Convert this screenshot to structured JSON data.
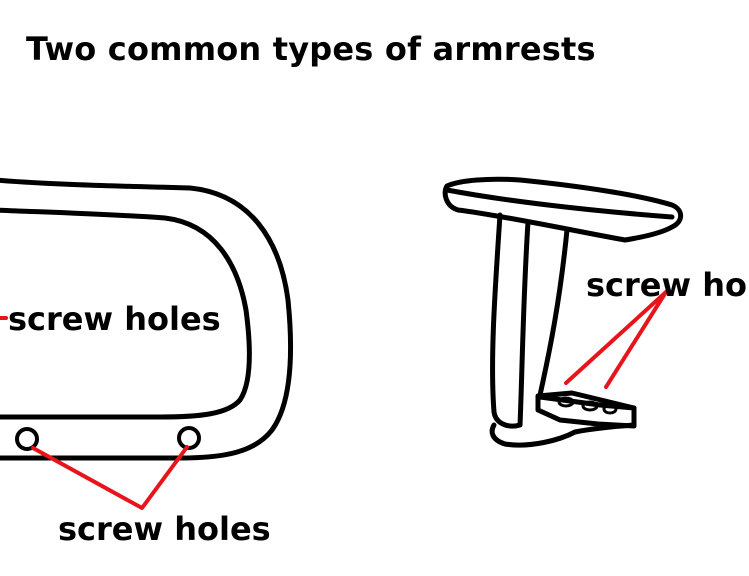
{
  "title": "Two common types of armrests",
  "labels": {
    "loop_side_holes": "screw holes",
    "loop_bottom_holes": "screw holes",
    "t_arm_holes": "screw holes"
  },
  "colors": {
    "line": "#000000",
    "pointer": "#e8141b",
    "background": "#ffffff"
  }
}
